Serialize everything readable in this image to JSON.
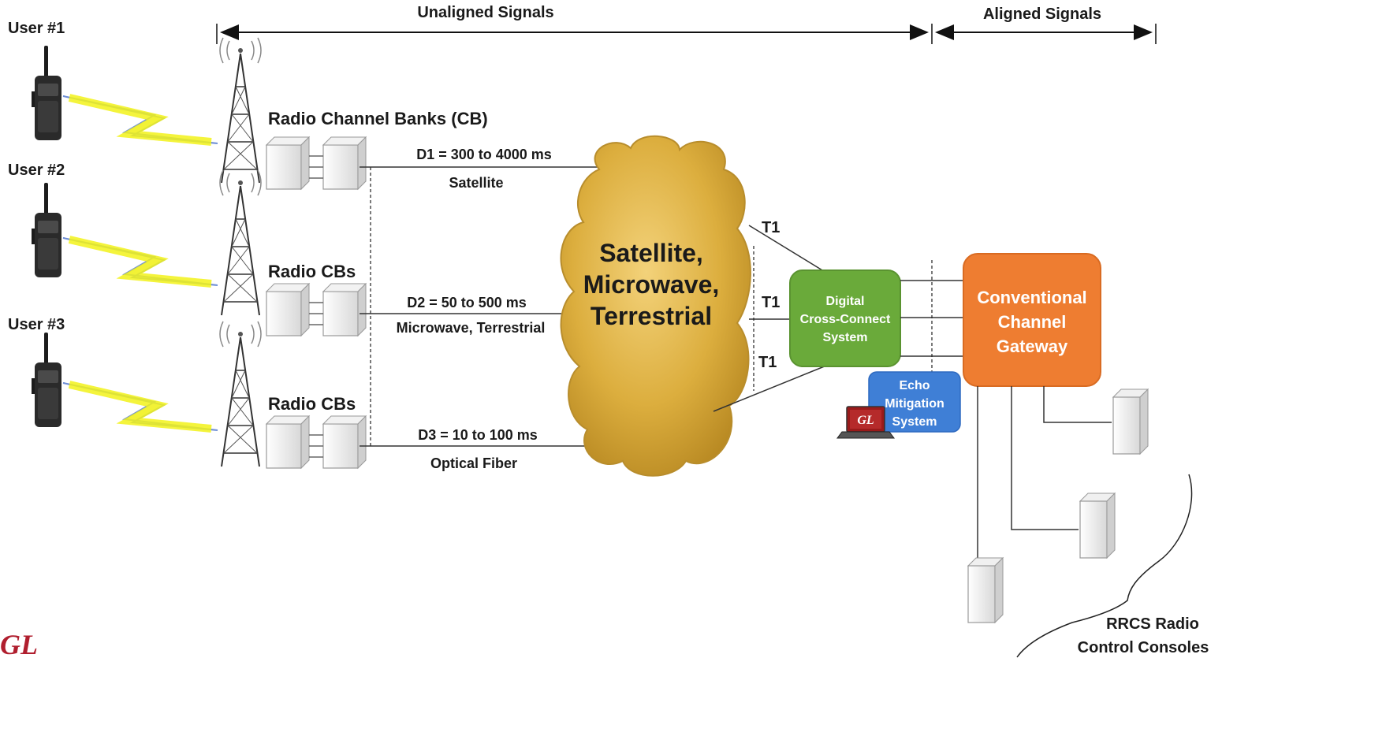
{
  "header": {
    "unaligned": "Unaligned Signals",
    "aligned": "Aligned Signals"
  },
  "users": [
    {
      "label": "User #1"
    },
    {
      "label": "User #2"
    },
    {
      "label": "User #3"
    }
  ],
  "channel_banks": [
    {
      "label": "Radio Channel Banks (CB)"
    },
    {
      "label": "Radio CBs"
    },
    {
      "label": "Radio CBs"
    }
  ],
  "links": [
    {
      "delay": "D1 = 300 to 4000 ms",
      "medium": "Satellite"
    },
    {
      "delay": "D2 = 50 to 500 ms",
      "medium": "Microwave, Terrestrial"
    },
    {
      "delay": "D3 = 10 to 100 ms",
      "medium": "Optical Fiber"
    }
  ],
  "cloud": {
    "line1": "Satellite,",
    "line2": "Microwave,",
    "line3": "Terrestrial"
  },
  "t1_labels": [
    "T1",
    "T1",
    "T1"
  ],
  "dcs": {
    "line1": "Digital",
    "line2": "Cross-Connect",
    "line3": "System",
    "color": "#6aaa3a"
  },
  "echo": {
    "line1": "Echo",
    "line2": "Mitigation",
    "line3": "System",
    "color": "#3f7fd6",
    "logo": "GL"
  },
  "gateway": {
    "line1": "Conventional",
    "line2": "Channel",
    "line3": "Gateway",
    "color": "#ee7d31"
  },
  "consoles": {
    "line1": "RRCS Radio",
    "line2": "Control Consoles"
  },
  "brand": {
    "logo": "GL",
    "color": "#b01e2e"
  },
  "colors": {
    "lightning": "#f2f21a",
    "cloud": "#dcae3e"
  }
}
